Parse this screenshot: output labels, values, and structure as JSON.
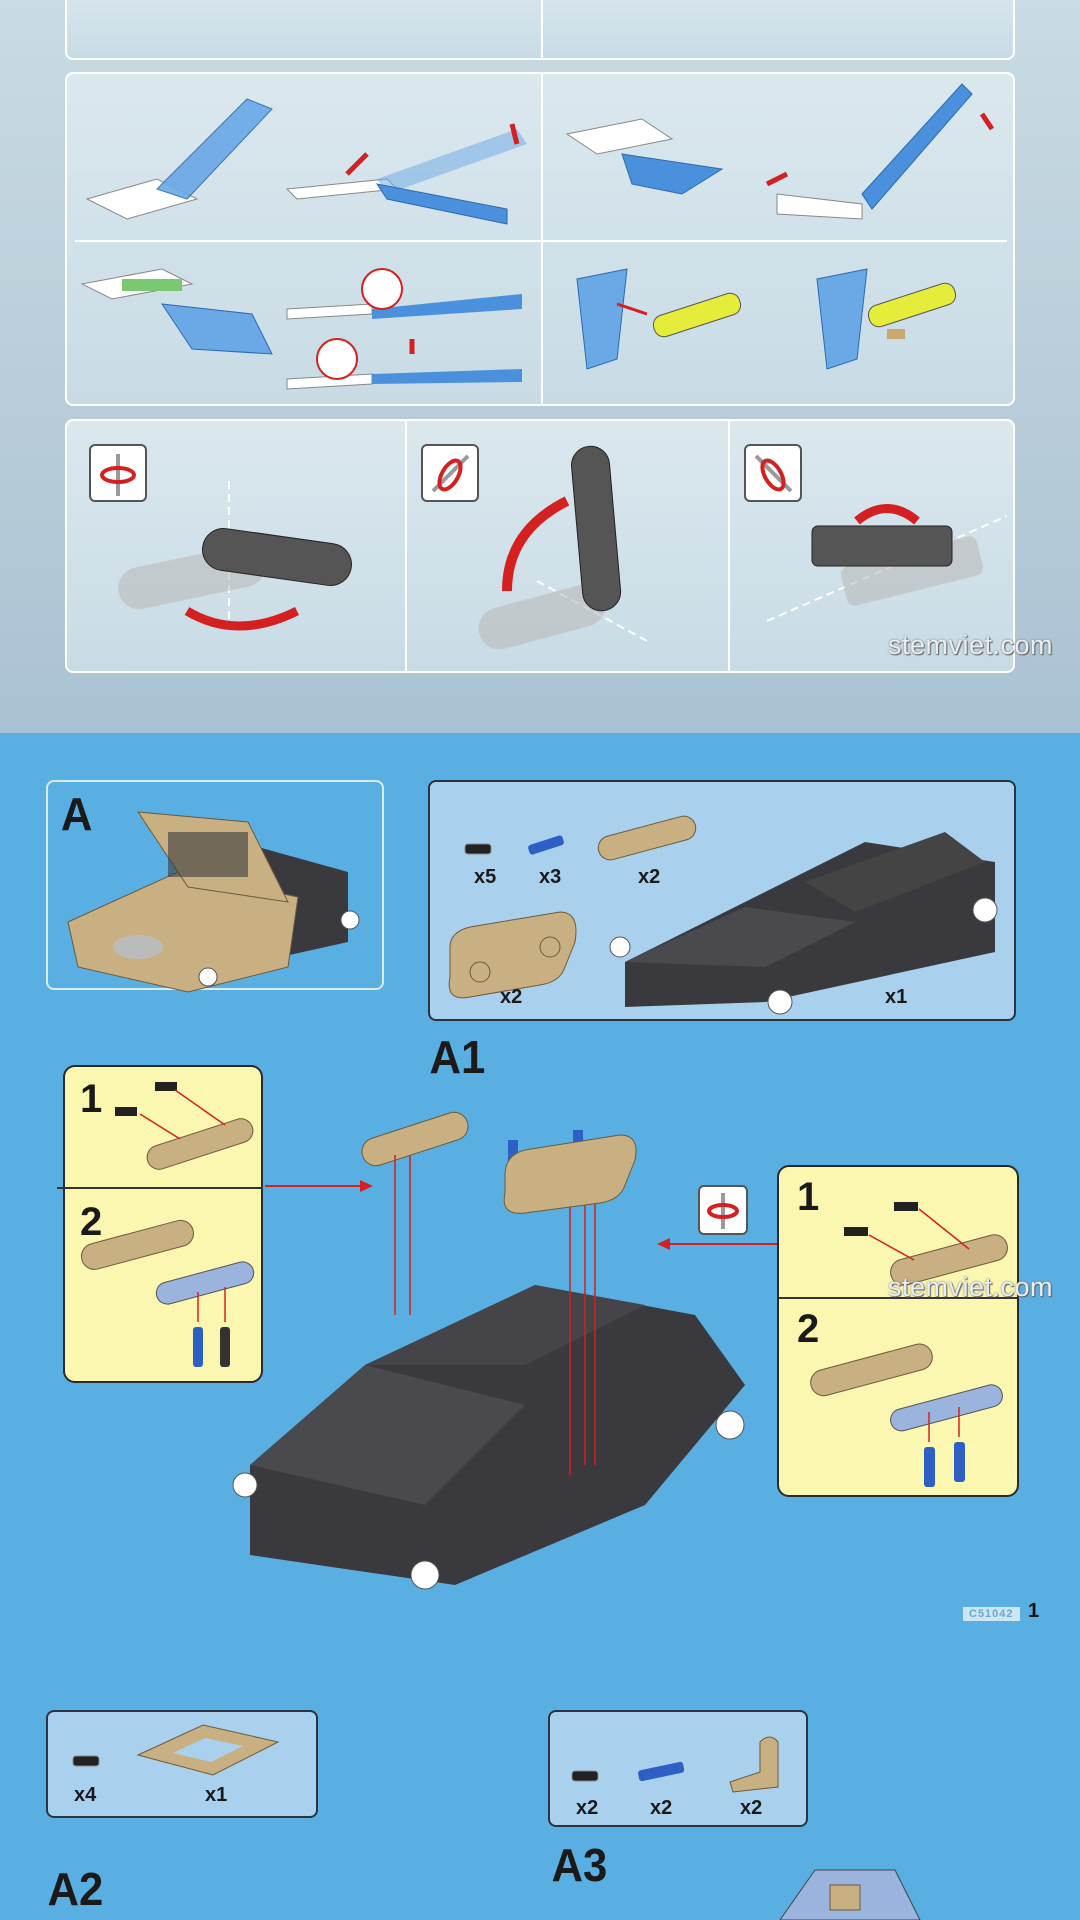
{
  "watermark": "stemviet.com",
  "section_a": {
    "label": "A"
  },
  "section_a1": {
    "label": "A1",
    "parts": [
      {
        "qty": "x5"
      },
      {
        "qty": "x3"
      },
      {
        "qty": "x2"
      },
      {
        "qty": "x2"
      },
      {
        "qty": "x1"
      }
    ]
  },
  "substeps_left": {
    "step1": "1",
    "step2": "2"
  },
  "substeps_right": {
    "step1": "1",
    "step2": "2"
  },
  "footer": {
    "code": "C51042",
    "page": "1"
  },
  "section_a2": {
    "label": "A2",
    "parts": [
      {
        "qty": "x4"
      },
      {
        "qty": "x1"
      }
    ]
  },
  "section_a3": {
    "label": "A3",
    "parts": [
      {
        "qty": "x2"
      },
      {
        "qty": "x2"
      },
      {
        "qty": "x2"
      }
    ]
  },
  "colors": {
    "top_bg": "#b7ccd8",
    "bottom_bg": "#5aafe2",
    "tan": "#c9b083",
    "dark": "#3a3a3e",
    "blue_part": "#3c7fd0",
    "yellow_panel": "#fbf6b0",
    "arrow": "#d42020"
  }
}
